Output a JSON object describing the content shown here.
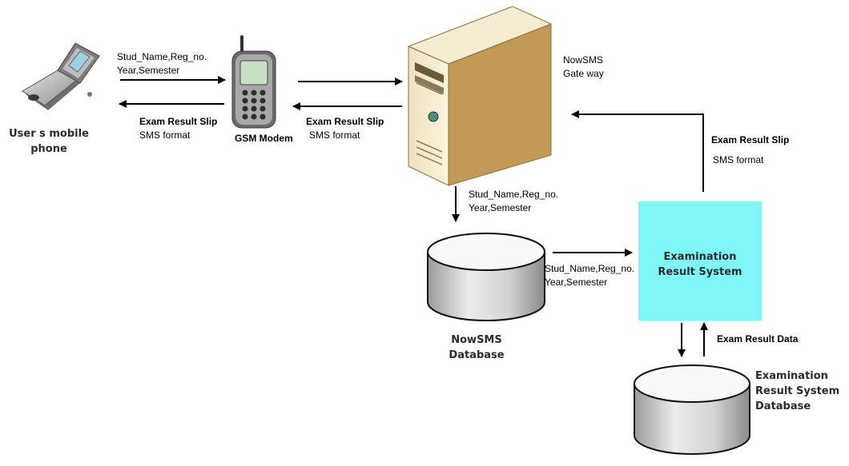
{
  "nodes": {
    "phone": {
      "line1": "User s mobile",
      "line2": "phone"
    },
    "modem": {
      "label": "GSM Modem"
    },
    "gateway": {
      "line1": "NowSMS",
      "line2": "Gate way"
    },
    "nowsms_db": {
      "line1": "NowSMS",
      "line2": "Database"
    },
    "ers": {
      "line1": "Examination",
      "line2": "Result System"
    },
    "ers_db": {
      "line1": "Examination",
      "line2": "Result System",
      "line3": "Database"
    }
  },
  "edges": {
    "phone_to_modem": {
      "line1": "Stud_Name,Reg_no.",
      "line2": "Year,Semester"
    },
    "modem_to_phone": {
      "line1": "Exam Result Slip",
      "line2": "SMS format"
    },
    "gateway_to_modem": {
      "line1": "Exam Result Slip",
      "line2": "SMS format"
    },
    "gateway_to_db": {
      "line1": "Stud_Name,Reg_no.",
      "line2": "Year,Semester"
    },
    "db_to_ers": {
      "line1": "Stud_Name,Reg_no.",
      "line2": "Year,Semester"
    },
    "ers_to_gateway": {
      "line1": "Exam Result Slip",
      "line2": "SMS format"
    },
    "ers_db_to_ers": {
      "label": "Exam Result Data"
    }
  }
}
